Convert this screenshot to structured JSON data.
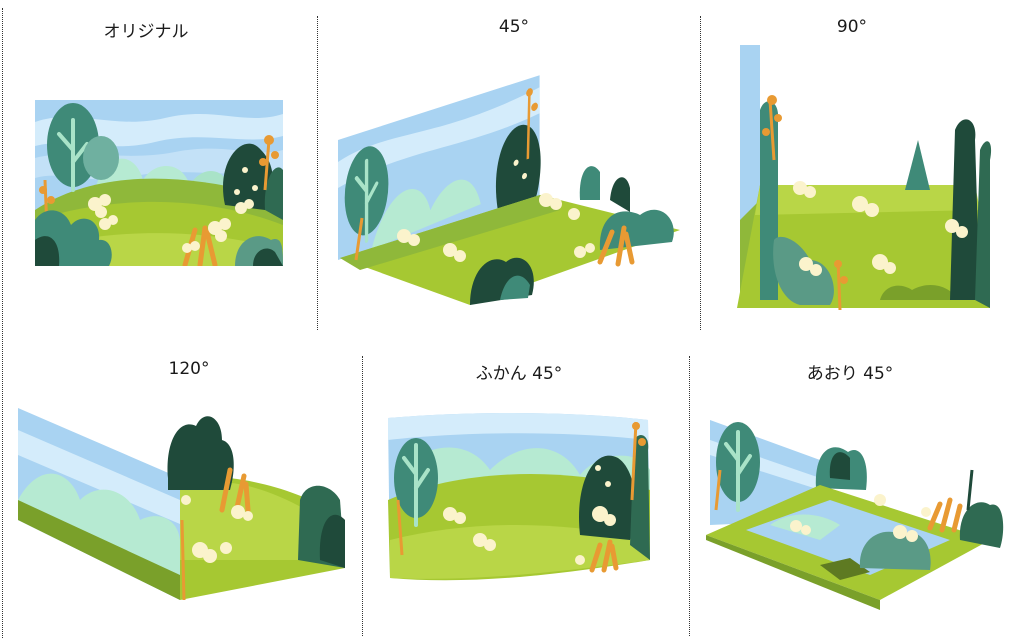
{
  "panels": [
    {
      "label": "オリジナル"
    },
    {
      "label": "45°"
    },
    {
      "label": "90°"
    },
    {
      "label": "120°"
    },
    {
      "label": "ふかん 45°"
    },
    {
      "label": "あおり 45°"
    }
  ],
  "palette": {
    "sky": "#a9d3f2",
    "sky_light": "#d4ecfb",
    "grass": "#a6c832",
    "grass_dark": "#7aa02a",
    "tree_teal": "#3f8a78",
    "tree_mint": "#a9e3c8",
    "tree_dark": "#1f4a3a",
    "flower_cream": "#fbf3cc",
    "orange": "#e89a33"
  }
}
